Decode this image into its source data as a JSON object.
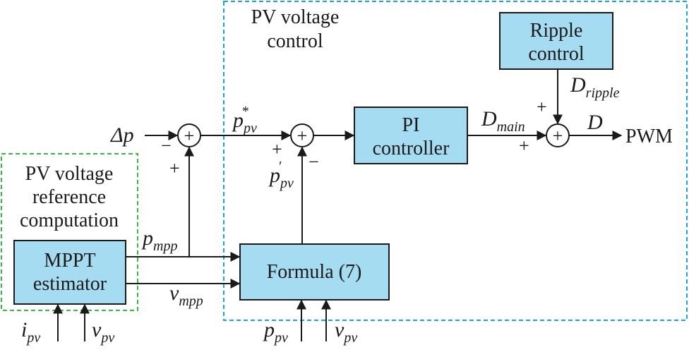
{
  "colors": {
    "box_fill": "#a6dcf2",
    "pv_voltage_border": "#1ea3d6",
    "reference_border": "#3bb54a"
  },
  "regions": {
    "pv_voltage_control": [
      "PV voltage",
      "control"
    ],
    "reference_computation": [
      "PV voltage",
      "reference",
      "computation"
    ]
  },
  "blocks": {
    "mppt": [
      "MPPT",
      "estimator"
    ],
    "formula": "Formula (7)",
    "pi": [
      "PI",
      "controller"
    ],
    "ripple": [
      "Ripple",
      "control"
    ]
  },
  "signals": {
    "delta_p": "Δp",
    "p_pv_star": {
      "main": "p",
      "sub": "pv",
      "sup": "*"
    },
    "p_pv_prime": {
      "main": "p",
      "sub": "pv",
      "sup": "′"
    },
    "p_mpp": {
      "main": "p",
      "sub": "mpp"
    },
    "v_mpp": {
      "main": "v",
      "sub": "mpp"
    },
    "d_main": {
      "main": "D",
      "sub": "main"
    },
    "d_ripple": {
      "main": "D",
      "sub": "ripple"
    },
    "d": "D",
    "pwm": "PWM",
    "i_pv_in": {
      "main": "i",
      "sub": "pv"
    },
    "v_pv_in_left": {
      "main": "v",
      "sub": "pv"
    },
    "p_pv_in": {
      "main": "p",
      "sub": "pv"
    },
    "v_pv_in_right": {
      "main": "v",
      "sub": "pv"
    }
  },
  "summing_junctions": {
    "plus_symbol": "+",
    "sum1": {
      "left_sign": "−",
      "bottom_sign": "+"
    },
    "sum2": {
      "left_sign": "+",
      "bottom_sign": "−"
    },
    "sum3": {
      "top_sign": "+",
      "left_sign": "+"
    }
  }
}
